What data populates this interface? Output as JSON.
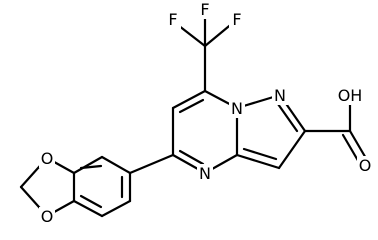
{
  "molecule": {
    "atoms": {
      "F1": "F",
      "F2": "F",
      "F3": "F",
      "N_bridge": "N",
      "N_pyrazole": "N",
      "N_pyrimidine": "N",
      "O_ring1": "O",
      "O_ring2": "O",
      "O_carbonyl": "O",
      "OH": "OH"
    }
  }
}
